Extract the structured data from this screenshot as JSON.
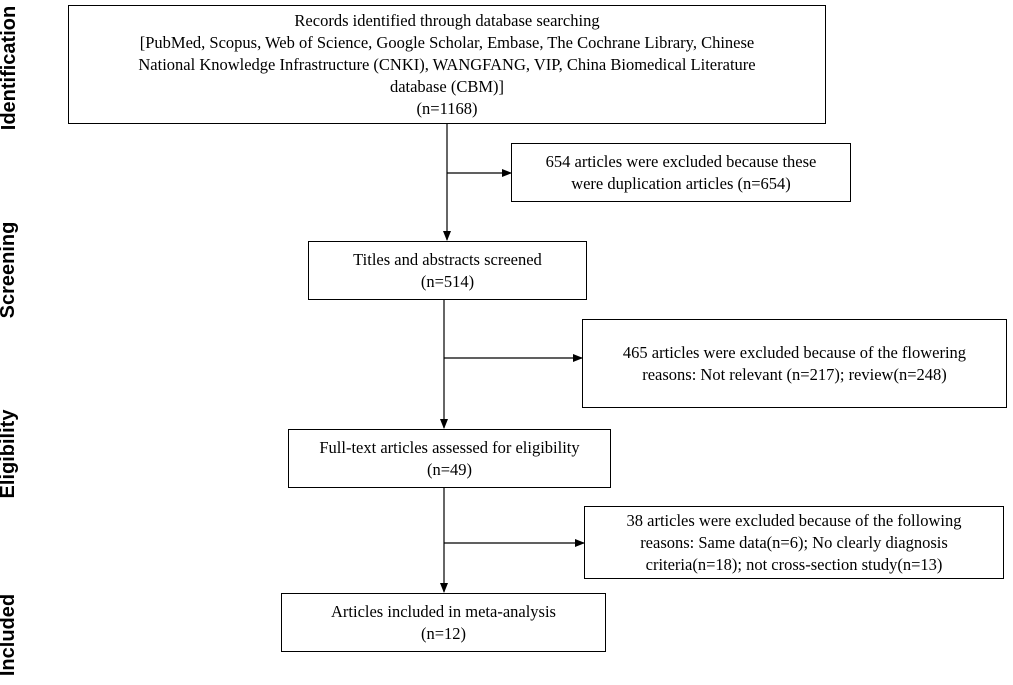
{
  "phases": {
    "identification": "Identification",
    "screening": "Screening",
    "eligibility": "Eligibility",
    "included": "Included"
  },
  "boxes": {
    "identified": {
      "lines": [
        "Records identified through database searching",
        "[PubMed, Scopus, Web of Science, Google Scholar, Embase, The Cochrane Library, Chinese",
        "National Knowledge Infrastructure (CNKI), WANGFANG, VIP, China Biomedical Literature",
        "database (CBM)]",
        "(n=1168)"
      ]
    },
    "excluded_duplicates": {
      "lines": [
        "654 articles were excluded because these",
        "were duplication articles (n=654)"
      ]
    },
    "screened": {
      "lines": [
        "Titles and abstracts screened",
        "(n=514)"
      ]
    },
    "excluded_screening": {
      "lines": [
        "465 articles were excluded because of the flowering",
        "reasons: Not relevant (n=217); review(n=248)"
      ]
    },
    "eligibility": {
      "lines": [
        "Full-text articles assessed for eligibility",
        "(n=49)"
      ]
    },
    "excluded_fulltext": {
      "lines": [
        "38 articles were excluded because of the following",
        "reasons: Same data(n=6); No clearly diagnosis",
        "criteria(n=18); not cross-section study(n=13)"
      ]
    },
    "included": {
      "lines": [
        "Articles  included in meta-analysis",
        "(n=12)"
      ]
    }
  },
  "colors": {
    "line": "#000000",
    "background": "#ffffff"
  }
}
